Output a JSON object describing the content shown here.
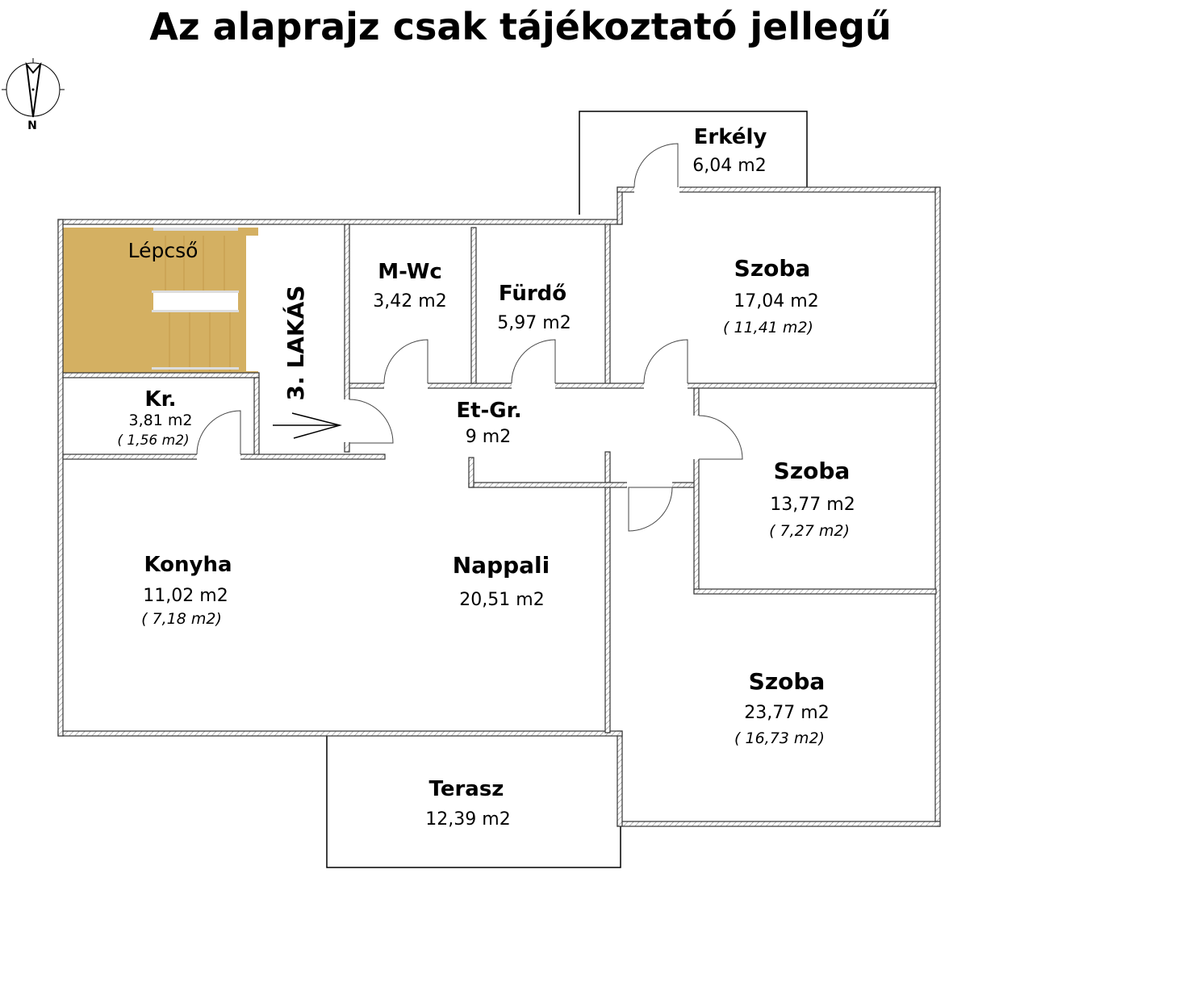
{
  "title": "Az alaprajz csak tájékoztató jellegű",
  "compass": {
    "label": "N"
  },
  "apartment_label": "3. LAKÁS",
  "stair_color": "#d4b062",
  "rooms": {
    "lepcso": {
      "name": "Lépcső"
    },
    "kr": {
      "name": "Kr.",
      "area": "3,81 m2",
      "sub": "( 1,56 m2)"
    },
    "mwc": {
      "name": "M-Wc",
      "area": "3,42 m2"
    },
    "furdo": {
      "name": "Fürdő",
      "area": "5,97 m2"
    },
    "szoba1": {
      "name": "Szoba",
      "area": "17,04 m2",
      "sub": "( 11,41 m2)"
    },
    "erkely": {
      "name": "Erkély",
      "area": "6,04 m2"
    },
    "etgr": {
      "name": "Et-Gr.",
      "area": "9 m2"
    },
    "szoba2": {
      "name": "Szoba",
      "area": "13,77 m2",
      "sub": "( 7,27 m2)"
    },
    "konyha": {
      "name": "Konyha",
      "area": "11,02 m2",
      "sub": "( 7,18 m2)"
    },
    "nappali": {
      "name": "Nappali",
      "area": "20,51 m2"
    },
    "szoba3": {
      "name": "Szoba",
      "area": "23,77 m2",
      "sub": "( 16,73 m2)"
    },
    "terasz": {
      "name": "Terasz",
      "area": "12,39 m2"
    }
  }
}
